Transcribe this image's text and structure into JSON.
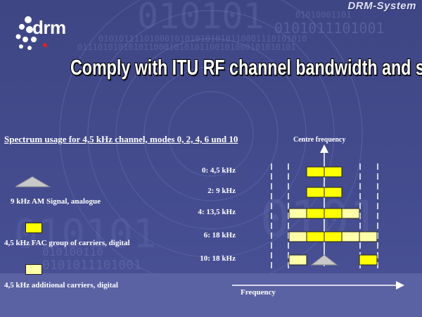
{
  "brand": "DRM-System",
  "logo": {
    "text": "drm"
  },
  "title": "Comply with ITU RF channel bandwidth and spacing",
  "subtitle": "Spectrum usage for 4,5 kHz channel, modes 0, 2, 4, 6 und 10",
  "diagram": {
    "centre_label": "Centre frequency",
    "frequency_label": "Frequency",
    "modes": [
      {
        "label": "0:   4,5 kHz",
        "blocks": [
          "fac",
          "fac"
        ]
      },
      {
        "label": "2:   9    kHz",
        "blocks": [
          "fac",
          "fac"
        ]
      },
      {
        "label": "4: 13,5 kHz",
        "blocks": [
          "add",
          "fac",
          "fac",
          "add"
        ]
      },
      {
        "label": "6: 18    kHz",
        "blocks": [
          "add",
          "fac",
          "fac",
          "add",
          "add"
        ]
      },
      {
        "label": "10: 18    kHz",
        "blocks": [
          "add",
          "gap",
          "am",
          "gap",
          "fac"
        ]
      }
    ]
  },
  "legend": {
    "am_signal": "9 kHz AM Signal, analogue",
    "fac_carriers": "4,5 kHz FAC group of carriers, digital",
    "additional_carriers": "4,5 kHz additional carriers, digital"
  },
  "colors": {
    "background": "#42498a",
    "fac_block": "#ffff00",
    "additional_block": "#ffffa8",
    "am_triangle": "#c8c8c8"
  }
}
